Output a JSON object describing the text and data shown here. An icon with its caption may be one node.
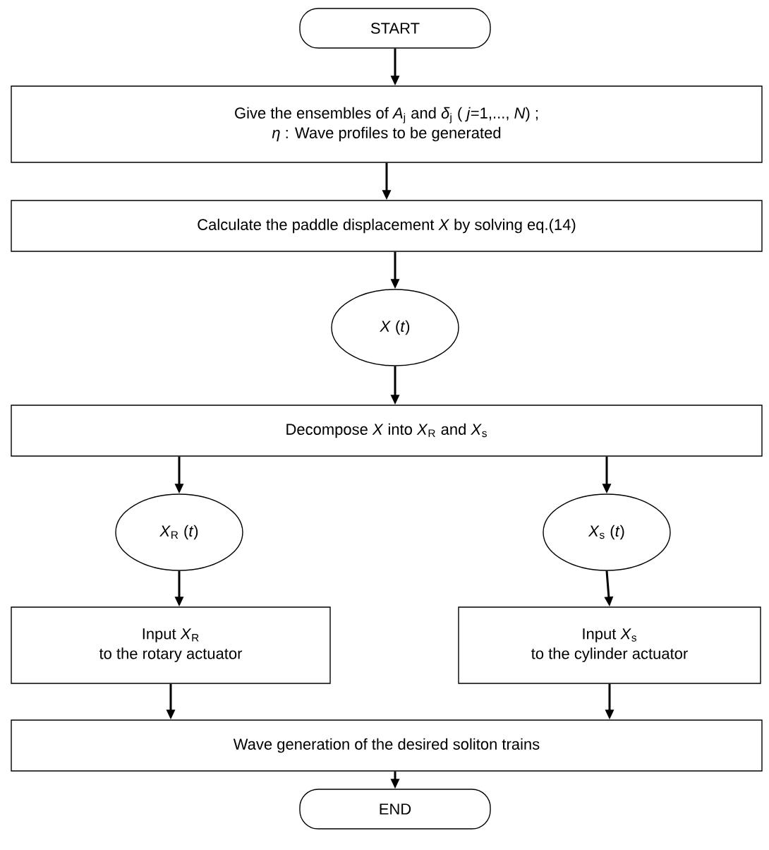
{
  "diagram": {
    "nodes": [
      {
        "text": [
          "START"
        ]
      },
      {
        "text": [
          "Give the ensembles of *A*$_{j}$ and *δ*$_{j}$ ( *j*=1,..., *N*) ;",
          "*η* : Wave profiles to be generated"
        ]
      },
      {
        "text": [
          "Calculate the paddle displacement *X* by solving eq.(14)"
        ]
      },
      {
        "text": [
          "*X* (*t*)"
        ]
      },
      {
        "text": [
          "Decompose *X* into *X*$_{R}$ and *X*$_{s}$"
        ]
      },
      {
        "text": [
          "*X*$_{R}$ (*t*)"
        ]
      },
      {
        "text": [
          "*X*$_{s}$ (*t*)"
        ]
      },
      {
        "text": [
          "Input *X*$_{R}$",
          "to the rotary actuator"
        ]
      },
      {
        "text": [
          "Input *X*$_{s}$",
          "to the cylinder actuator"
        ]
      },
      {
        "text": [
          "Wave generation of the desired soliton trains"
        ]
      },
      {
        "text": [
          "END"
        ]
      }
    ],
    "edges": [
      {
        "from": 0,
        "to": 1,
        "arrow": "to"
      },
      {
        "from": 1,
        "to": 2,
        "arrow": "to"
      },
      {
        "from": 2,
        "to": 3,
        "arrow": "to"
      },
      {
        "from": 3,
        "to": 4,
        "arrow": "to"
      },
      {
        "from": 4,
        "to": 5,
        "arrow": "to"
      },
      {
        "from": 4,
        "to": 6,
        "arrow": "to"
      },
      {
        "from": 5,
        "to": 7,
        "arrow": "to"
      },
      {
        "from": 6,
        "to": 8,
        "arrow": "to"
      },
      {
        "from": 7,
        "to": 9,
        "arrow": "to"
      },
      {
        "from": 8,
        "to": 9,
        "arrow": "to"
      },
      {
        "from": 9,
        "to": 10,
        "arrow": "to"
      }
    ]
  }
}
